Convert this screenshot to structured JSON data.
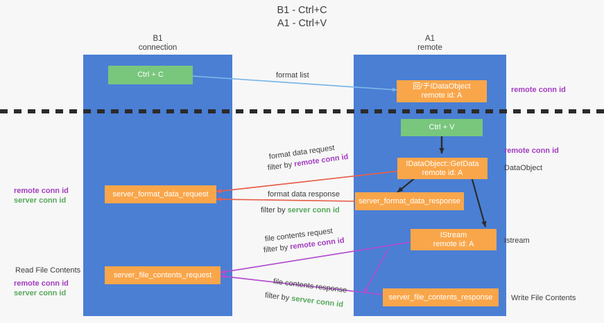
{
  "title": "B1 - Ctrl+C\nA1 - Ctrl+V",
  "lanes": [
    {
      "name": "b1",
      "header": "B1\nconnection"
    },
    {
      "name": "a1",
      "header": "A1\nremote"
    }
  ],
  "nodes": {
    "ctrl_c": "Ctrl + C",
    "idataobject_top": "回/チIDataObject\nremote id: A",
    "ctrl_v": "Ctrl + V",
    "getdata": "IDataObject::GetData\nremote id: A",
    "server_format_data_request": "server_format_data_request",
    "server_format_data_response": "server_format_data_response",
    "istream": "IStream\nremote id: A",
    "server_file_contents_request": "server_file_contents_request",
    "server_file_contents_response": "server_file_contents_response"
  },
  "edge_labels": {
    "format_list": "format list",
    "format_data_request": "format data request",
    "format_data_response": "format data response",
    "file_contents_request": "file contents request",
    "file_contents_response": "file contents response",
    "filter_by": "filter by",
    "remote_conn_id": "remote conn id",
    "server_conn_id": "server conn id"
  },
  "side_labels": {
    "right_remote_conn_id_top": "remote conn id",
    "right_remote_conn_id_mid": "remote conn id",
    "right_dataobject": "DataObject",
    "right_istream": "Istream",
    "right_write_file_contents": "Write File Contents",
    "left_remote_conn_id": "remote conn id",
    "left_server_conn_id": "server conn id",
    "left_read_file_contents": "Read File Contents",
    "left_remote_conn_id_2": "remote conn id",
    "left_server_conn_id_2": "server conn id"
  },
  "colors": {
    "lane": "#4a7fd4",
    "node_orange": "#f9a64a",
    "node_green": "#79c67d",
    "accent_purple": "#a33cc0",
    "accent_green": "#57a85c",
    "arrow_blue": "#7ab6e8",
    "arrow_red": "#e8604c",
    "arrow_black": "#2b2b2b",
    "background": "#f7f7f7",
    "divider": "#2b2b2b"
  }
}
